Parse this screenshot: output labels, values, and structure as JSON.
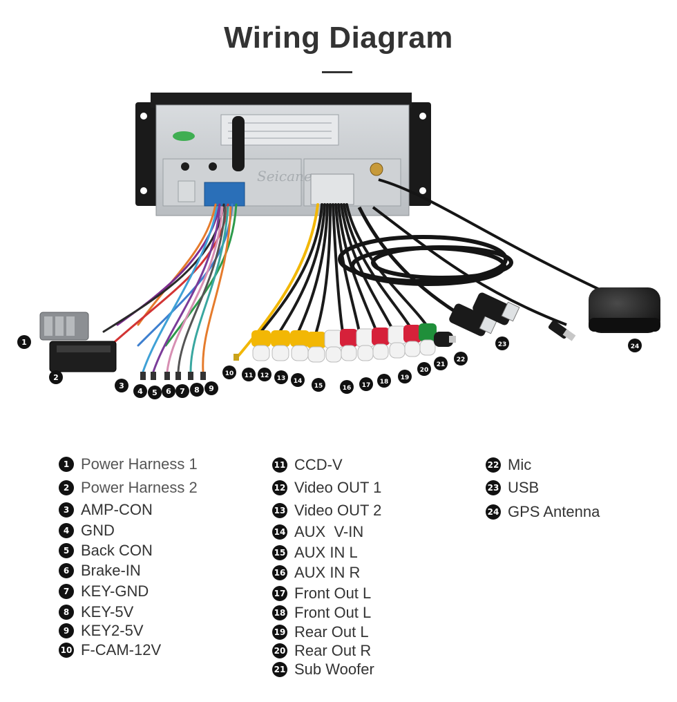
{
  "title": "Wiring Diagram",
  "unit_brand_text": "Seicane",
  "legend": [
    {
      "num": "1",
      "label": "Power Harness 1"
    },
    {
      "num": "2",
      "label": "Power Harness 2"
    },
    {
      "num": "3",
      "label": "AMP-CON"
    },
    {
      "num": "4",
      "label": "GND"
    },
    {
      "num": "5",
      "label": "Back CON"
    },
    {
      "num": "6",
      "label": "Brake-IN"
    },
    {
      "num": "7",
      "label": "KEY-GND"
    },
    {
      "num": "8",
      "label": "KEY-5V"
    },
    {
      "num": "9",
      "label": "KEY2-5V"
    },
    {
      "num": "10",
      "label": "F-CAM-12V"
    },
    {
      "num": "11",
      "label": "CCD-V"
    },
    {
      "num": "12",
      "label": "Video OUT 1"
    },
    {
      "num": "13",
      "label": "Video OUT 2"
    },
    {
      "num": "14",
      "label": "AUX  V-IN"
    },
    {
      "num": "15",
      "label": "AUX IN L"
    },
    {
      "num": "16",
      "label": "AUX IN R"
    },
    {
      "num": "17",
      "label": "Front Out L"
    },
    {
      "num": "18",
      "label": "Front Out L"
    },
    {
      "num": "19",
      "label": "Rear Out L"
    },
    {
      "num": "20",
      "label": "Rear Out R"
    },
    {
      "num": "21",
      "label": "Sub Woofer"
    },
    {
      "num": "22",
      "label": "Mic"
    },
    {
      "num": "23",
      "label": "USB"
    },
    {
      "num": "24",
      "label": "GPS Antenna"
    }
  ],
  "colors": {
    "badge": "#111111",
    "unit_body": "#c9cdd1",
    "unit_frame": "#1a1a1a",
    "rca_yellow": "#f2b705",
    "rca_white": "#f2f2f2",
    "rca_red": "#d6213a",
    "rca_green": "#1f8f3a",
    "cable_black": "#151515"
  },
  "icons": {
    "callout": "numbered-badge-icon",
    "gps": "gps-antenna-icon",
    "usb": "usb-connector-icon"
  }
}
